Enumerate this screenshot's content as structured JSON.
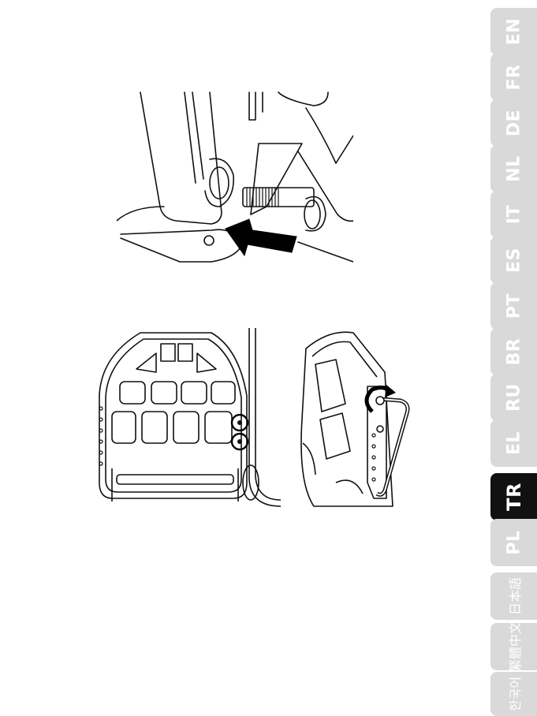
{
  "language_tabs": [
    {
      "code": "EN",
      "active": false
    },
    {
      "code": "FR",
      "active": false
    },
    {
      "code": "DE",
      "active": false
    },
    {
      "code": "NL",
      "active": false
    },
    {
      "code": "IT",
      "active": false
    },
    {
      "code": "ES",
      "active": false
    },
    {
      "code": "PT",
      "active": false
    },
    {
      "code": "BR",
      "active": false
    },
    {
      "code": "RU",
      "active": false
    },
    {
      "code": "EL",
      "active": false
    },
    {
      "code": "TR",
      "active": true
    },
    {
      "code": "PL",
      "active": false
    },
    {
      "code": "日本語",
      "active": false
    },
    {
      "code": "繁體中文",
      "active": false
    },
    {
      "code": "한국어",
      "active": false
    }
  ],
  "colors": {
    "tab_inactive": "#d9d9d9",
    "tab_active": "#111111",
    "line": "#111111",
    "arrow": "#000000"
  }
}
